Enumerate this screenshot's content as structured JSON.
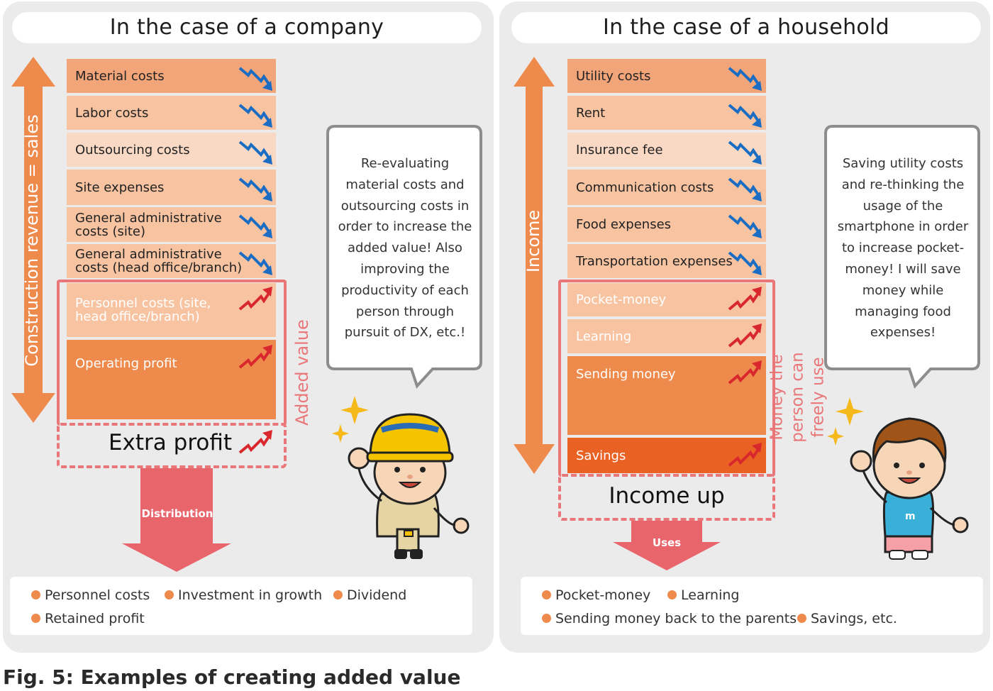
{
  "company": {
    "title": "In the case of a company",
    "axis_label": "Construction revenue = sales",
    "costs": [
      "Material costs",
      "Labor costs",
      "Outsourcing costs",
      "Site expenses",
      "General administrative costs (site)",
      "General administrative costs (head office/branch)"
    ],
    "personnel": "Personnel costs (site, head office/branch)",
    "operating_profit": "Operating profit",
    "added_value_label": "Added value",
    "extra_profit": "Extra profit",
    "distribution_label": "Distribution",
    "speech": "Re-evaluating material costs and outsourcing costs in order to increase the added value! Also improving the productivity of each person through pursuit of DX, etc.!",
    "results": [
      "Personnel costs",
      "Investment in growth",
      "Dividend",
      "Retained profit"
    ]
  },
  "household": {
    "title": "In the case of a household",
    "axis_label": "Income",
    "costs": [
      "Utility costs",
      "Rent",
      "Insurance fee",
      "Communication costs",
      "Food expenses",
      "Transportation expenses"
    ],
    "free_items": [
      "Pocket-money",
      "Learning",
      "Sending money",
      "Savings"
    ],
    "free_money_label": "Money the person can freely use",
    "income_up": "Income up",
    "uses_label": "Uses",
    "speech": "Saving utility costs and re-thinking the usage of the smartphone in order to increase pocket-money! I will save money while managing food expenses!",
    "results": [
      "Pocket-money",
      "Learning",
      "Sending money back to the parents",
      "Savings, etc."
    ]
  },
  "caption": "Fig. 5: Examples of creating added value",
  "colors": {
    "panel": "#ebebeb",
    "orange_dark": "#ee8a4c",
    "orange_mid": "#f3a57a",
    "orange_light": "#f7c3a1",
    "orange_pale": "#fad9c4",
    "savings": "#ea6124",
    "red_dashed": "#e9777a",
    "arrow_down": "#e9656c",
    "decrease_arrow": "#1a6dc2",
    "increase_arrow": "#d9272e"
  }
}
